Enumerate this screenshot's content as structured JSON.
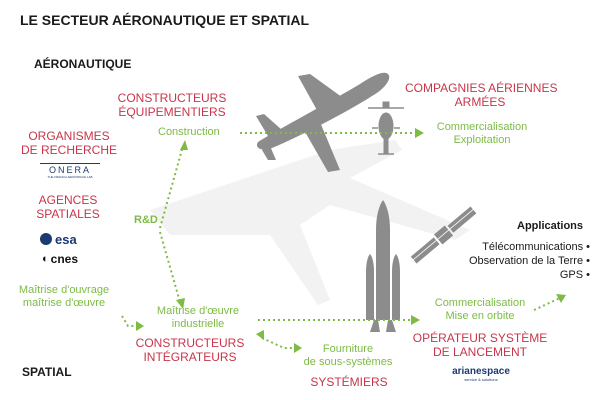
{
  "title": "LE SECTEUR AÉRONAUTIQUE ET SPATIAL",
  "sections": {
    "aero": "AÉRONAUTIQUE",
    "spatial": "SPATIAL"
  },
  "left": {
    "organismes": [
      "ORGANISMES",
      "DE RECHERCHE"
    ],
    "agences": [
      "AGENCES",
      "SPATIALES"
    ],
    "maitrise_ouvrage": [
      "Maîtrise d'ouvrage",
      "maîtrise d'œuvre"
    ],
    "rd": "R&D"
  },
  "logos": {
    "onera": "ONERA",
    "onera_sub": "THE FRENCH AEROSPACE LAB",
    "esa": "esa",
    "cnes": "cnes",
    "arianespace": "arianespace",
    "arianespace_sub": "service & solutions"
  },
  "aero_flow": {
    "constructeurs": [
      "CONSTRUCTEURS",
      "ÉQUIPEMENTIERS"
    ],
    "construction": "Construction",
    "compagnies": [
      "COMPAGNIES AÉRIENNES",
      "ARMÉES"
    ],
    "commercialisation": [
      "Commercialisation",
      "Exploitation"
    ]
  },
  "spatial_flow": {
    "maitrise_oeuvre": [
      "Maîtrise d'œuvre",
      "industrielle"
    ],
    "constructeurs": [
      "CONSTRUCTEURS",
      "INTÉGRATEURS"
    ],
    "fourniture": [
      "Fourniture",
      "de sous-systèmes"
    ],
    "systemiers": "SYSTÉMIERS",
    "commercialisation": [
      "Commercialisation",
      "Mise en orbite"
    ],
    "operateur": [
      "OPÉRATEUR SYSTÈME",
      "DE LANCEMENT"
    ]
  },
  "applications": {
    "title": "Applications",
    "items": [
      "Télécommunications •",
      "Observation de la Terre •",
      "GPS •"
    ]
  },
  "colors": {
    "red": "#c8354a",
    "green": "#7dbb45",
    "grey": "#8c8c8c",
    "light_grey": "#f1f1f1"
  }
}
